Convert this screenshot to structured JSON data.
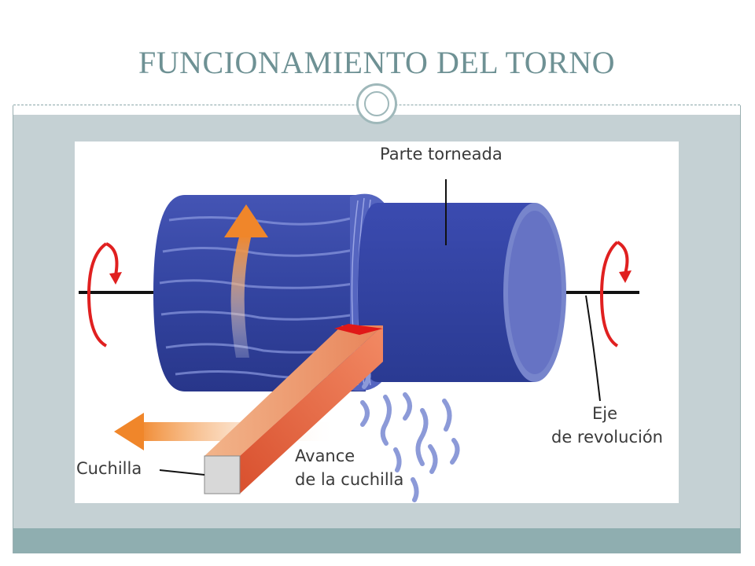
{
  "slide": {
    "title": "FUNCIONAMIENTO DEL TORNO"
  },
  "figure": {
    "labels": {
      "turned_part": "Parte torneada",
      "axis_line1": "Eje",
      "axis_line2": "de revolución",
      "tool": "Cuchilla",
      "feed_line1": "Avance",
      "feed_line2": "de la cuchilla"
    }
  },
  "colors": {
    "title": "#6e9194",
    "content_band": "#c5d1d4",
    "footer_band": "#8faeb0",
    "workpiece": "#3a4aa8",
    "tool": "#e0603a",
    "arrow_orange": "#f08a30",
    "rotation_red": "#e02020"
  },
  "icons": [
    "rotation-arrow-icon",
    "feed-arrow-icon",
    "rotation-direction-arrow-icon"
  ]
}
